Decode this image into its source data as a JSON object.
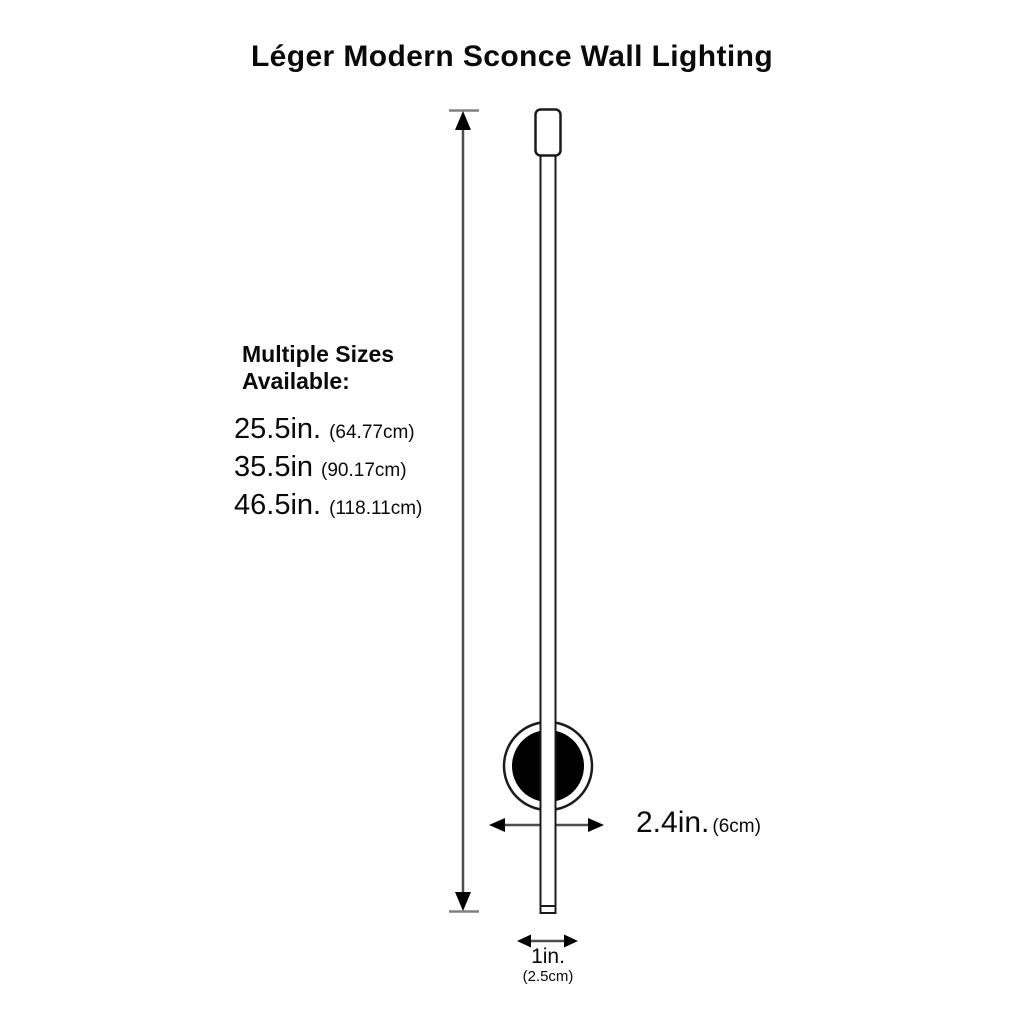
{
  "title": "Léger Modern Sconce Wall Lighting",
  "sizes": {
    "heading1": "Multiple Sizes",
    "heading2": "Available:",
    "options": [
      {
        "inches": "25.5in.",
        "cm": "(64.77cm)"
      },
      {
        "inches": "35.5in",
        "cm": "(90.17cm)"
      },
      {
        "inches": "46.5in.",
        "cm": "(118.11cm)"
      }
    ]
  },
  "labels": {
    "mount_width_in": "2.4in.",
    "mount_width_cm": "(6cm)",
    "rod_width_in": "1in.",
    "rod_width_cm": "(2.5cm)"
  },
  "colors": {
    "text": "#0a0a0a",
    "arrow_line": "#4d4d4d",
    "arrowhead": "#000000",
    "extent_cap_line": "#808080",
    "fixture_outline": "#1a1a1a",
    "mount_fill": "#000000",
    "background": "#ffffff"
  }
}
